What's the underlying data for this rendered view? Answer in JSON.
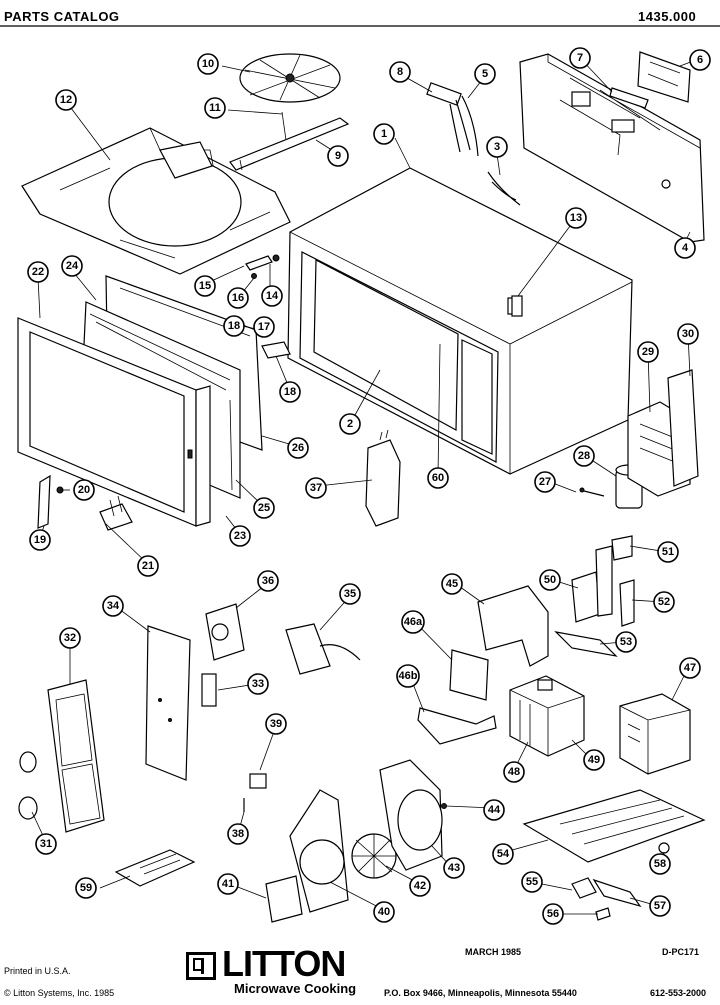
{
  "header": {
    "title": "PARTS  CATALOG",
    "number": "1435.000"
  },
  "footer": {
    "printed": "Printed in U.S.A.",
    "copyright": "© Litton Systems, Inc. 1985",
    "date": "MARCH 1985",
    "doc_id": "D-PC171",
    "brand": "LITTON",
    "brand_sub": "Microwave Cooking",
    "address": "P.O. Box 9466, Minneapolis, Minnesota 55440",
    "phone": "612-553-2000"
  },
  "callouts": [
    "1",
    "2",
    "3",
    "4",
    "5",
    "6",
    "7",
    "8",
    "9",
    "10",
    "11",
    "12",
    "13",
    "14",
    "15",
    "16",
    "17",
    "18",
    "18",
    "19",
    "20",
    "21",
    "22",
    "23",
    "24",
    "25",
    "26",
    "27",
    "28",
    "29",
    "30",
    "31",
    "32",
    "33",
    "34",
    "35",
    "36",
    "37",
    "38",
    "39",
    "40",
    "41",
    "42",
    "43",
    "44",
    "45",
    "46a",
    "46b",
    "47",
    "48",
    "49",
    "50",
    "51",
    "52",
    "53",
    "54",
    "55",
    "56",
    "57",
    "58",
    "59",
    "60"
  ]
}
